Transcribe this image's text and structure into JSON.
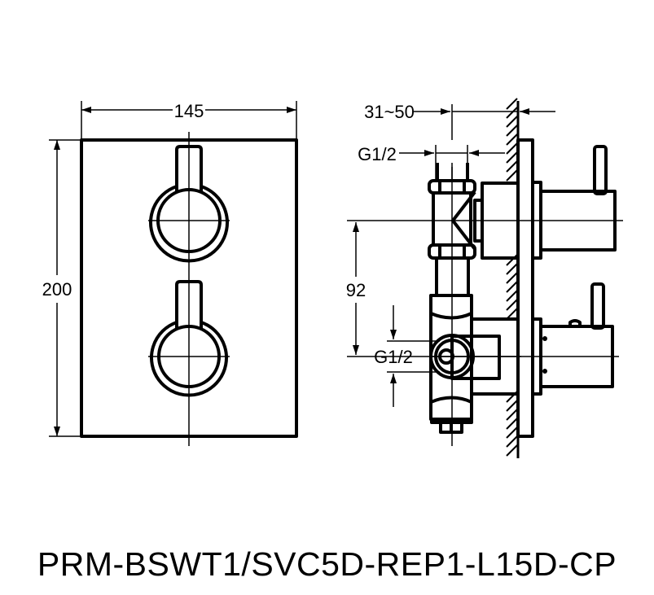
{
  "drawing": {
    "model_code": "PRM-BSWT1/SVC5D-REP1-L15D-CP",
    "front_view": {
      "width_label": "145",
      "height_label": "200"
    },
    "side_view": {
      "wall_depth_label": "31~50",
      "top_thread_label": "G1/2",
      "center_distance_label": "92",
      "side_thread_label": "G1/2"
    }
  }
}
